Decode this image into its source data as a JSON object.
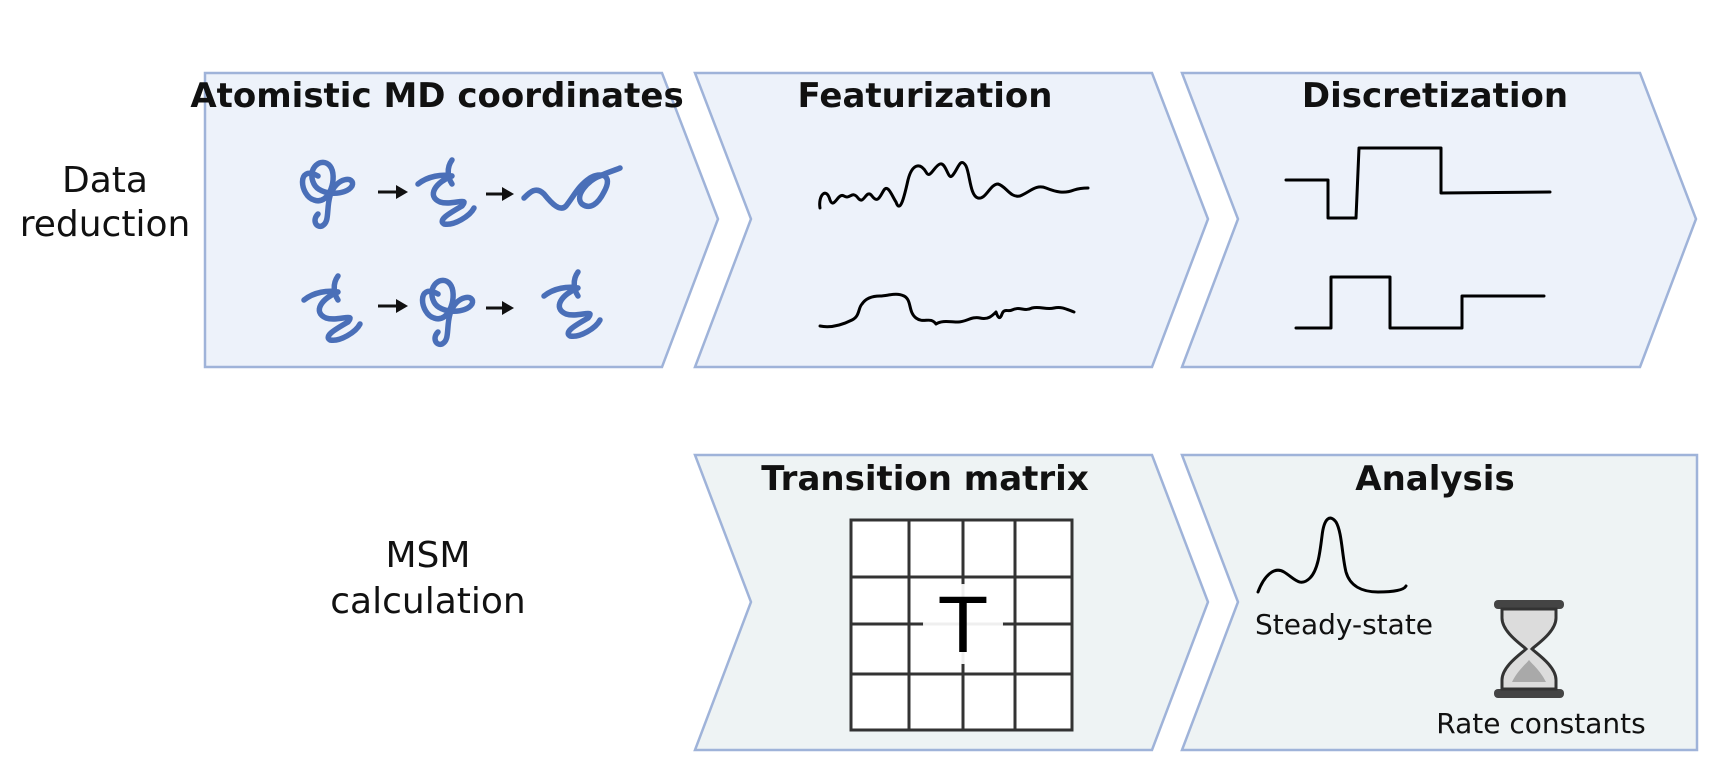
{
  "rows": [
    {
      "label_line1": "Data",
      "label_line2": "reduction"
    },
    {
      "label_line1": "MSM",
      "label_line2": "calculation"
    }
  ],
  "steps": {
    "atomistic": {
      "title": "Atomistic MD coordinates"
    },
    "featurization": {
      "title": "Featurization"
    },
    "discretization": {
      "title": "Discretization"
    },
    "transition": {
      "title": "Transition matrix",
      "matrix_symbol": "T"
    },
    "analysis": {
      "title": "Analysis",
      "steady_state_label": "Steady-state",
      "rate_constants_label": "Rate constants"
    }
  },
  "colors": {
    "top_row_fill": "#edf2fa",
    "bottom_row_fill": "#eef3f4",
    "chevron_stroke": "#9fb3d9",
    "molecule": "#4a6fb8"
  },
  "icons": {
    "molecule": "protein-conformation-icon",
    "arrow": "right-arrow-icon",
    "hourglass": "hourglass-icon"
  }
}
